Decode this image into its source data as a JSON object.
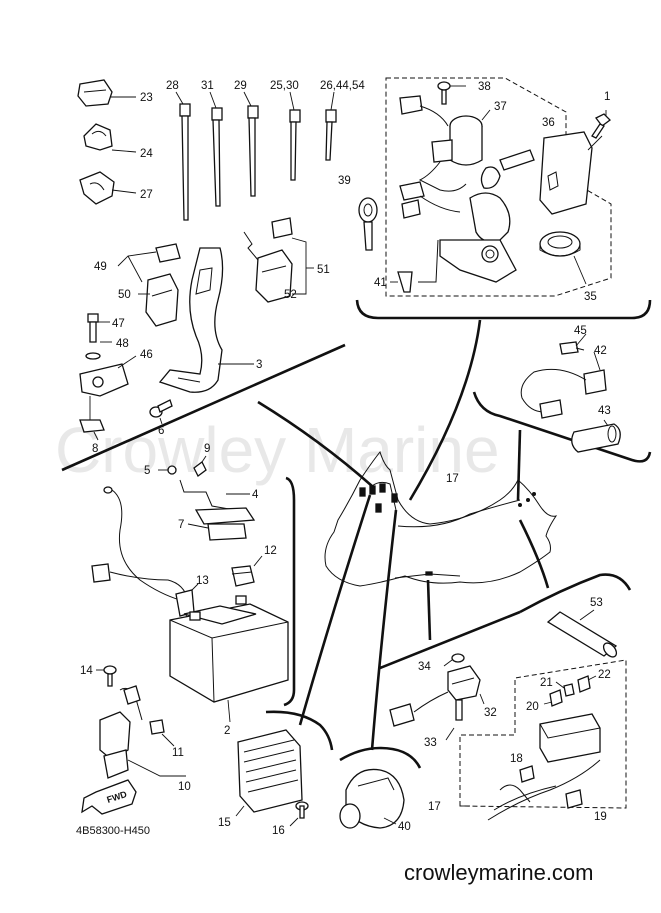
{
  "diagram": {
    "watermark": "Crowley Marine",
    "footer_url": "crowleymarine.com",
    "drawing_code": "4B58300-H450",
    "fwd_label": "FWD",
    "callouts": {
      "c1": "1",
      "c3": "3",
      "c4": "4",
      "c5": "5",
      "c6": "6",
      "c7": "7",
      "c8": "8",
      "c9": "9",
      "c10": "10",
      "c11": "11",
      "c12": "12",
      "c13": "13",
      "c14": "14",
      "c15": "15",
      "c16": "16",
      "c17a": "17",
      "c17b": "17",
      "c18": "18",
      "c19": "19",
      "c20": "20",
      "c21": "21",
      "c22": "22",
      "c23": "23",
      "c24": "24",
      "c27": "27",
      "c28": "28",
      "c29": "29",
      "c2530": "25,30",
      "c264454": "26,44,54",
      "c31": "31",
      "c32": "32",
      "c33": "33",
      "c34": "34",
      "c35": "35",
      "c36": "36",
      "c37": "37",
      "c38": "38",
      "c39": "39",
      "c40": "40",
      "c41": "41",
      "c42": "42",
      "c43": "43",
      "c45": "45",
      "c46": "46",
      "c47": "47",
      "c48": "48",
      "c49": "49",
      "c50": "50",
      "c51": "51",
      "c52": "52",
      "c53": "53",
      "c2": "2"
    }
  }
}
